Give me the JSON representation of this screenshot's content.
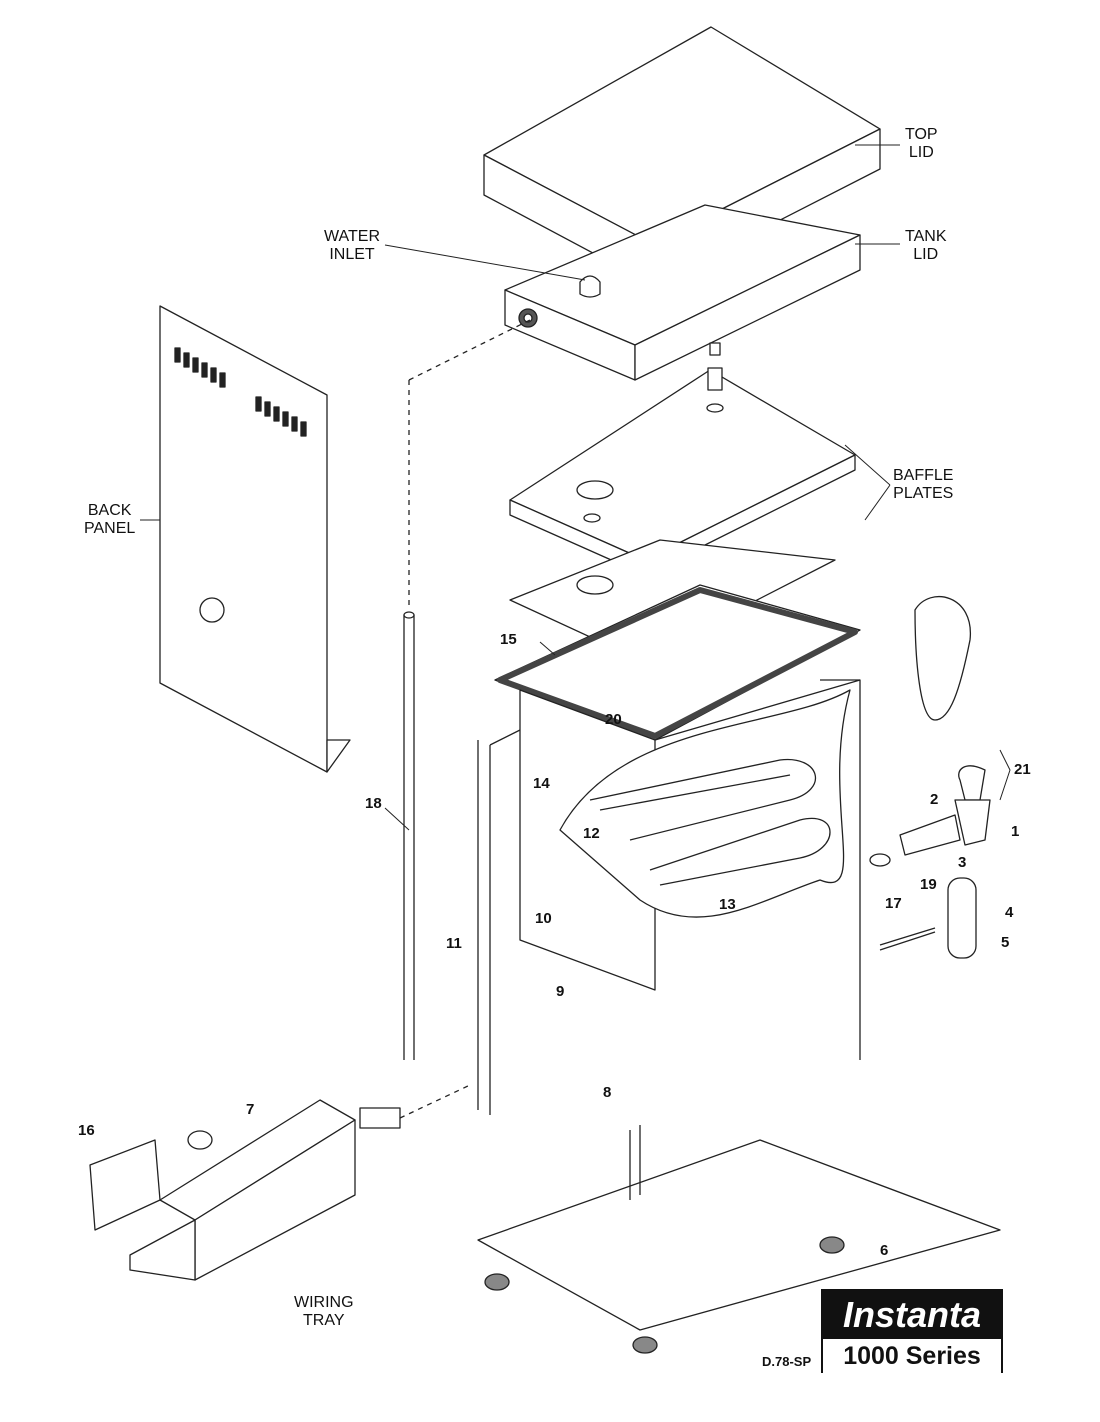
{
  "diagram": {
    "title": "Instanta 1000 Series exploded parts diagram",
    "brand": {
      "name": "Instanta",
      "series": "1000 Series"
    },
    "drawing_code": "D.78-SP",
    "captions": [
      {
        "id": "top-lid",
        "line1": "TOP",
        "line2": "LID"
      },
      {
        "id": "tank-lid",
        "line1": "TANK",
        "line2": "LID"
      },
      {
        "id": "water-inlet",
        "line1": "WATER",
        "line2": "INLET"
      },
      {
        "id": "baffle-plates",
        "line1": "BAFFLE",
        "line2": "PLATES"
      },
      {
        "id": "back-panel",
        "line1": "BACK",
        "line2": "PANEL"
      },
      {
        "id": "wiring-tray",
        "line1": "WIRING",
        "line2": "TRAY"
      }
    ],
    "part_numbers": [
      "1",
      "2",
      "3",
      "4",
      "5",
      "6",
      "7",
      "8",
      "9",
      "10",
      "11",
      "12",
      "13",
      "14",
      "15",
      "16",
      "17",
      "18",
      "19",
      "20",
      "21"
    ]
  }
}
